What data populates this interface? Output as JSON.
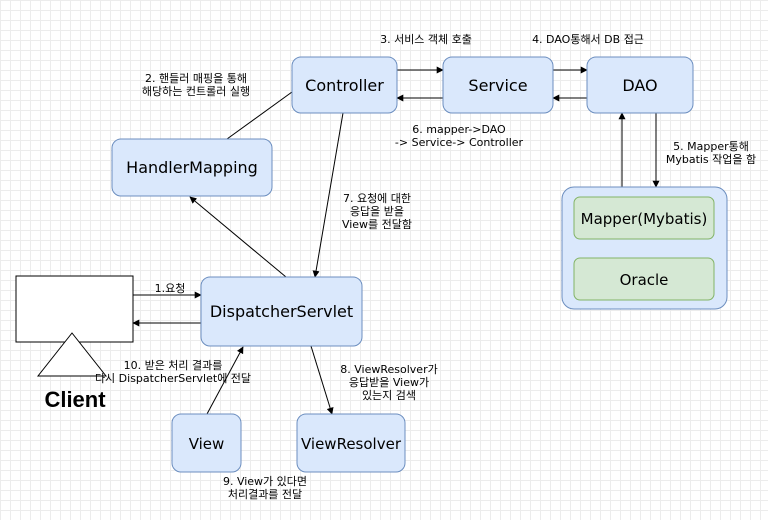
{
  "nodes": {
    "controller": "Controller",
    "service": "Service",
    "dao": "DAO",
    "handler_mapping": "HandlerMapping",
    "dispatcher_servlet": "DispatcherServlet",
    "mapper": "Mapper(Mybatis)",
    "oracle": "Oracle",
    "view": "View",
    "view_resolver": "ViewResolver",
    "client": "Client"
  },
  "edges": {
    "step1": [
      "1.요청"
    ],
    "step2": [
      "2. 핸들러 매핑을 통해",
      "해당하는 컨트롤러 실행"
    ],
    "step3": [
      "3. 서비스 객체 호출"
    ],
    "step4": [
      "4. DAO통해서 DB 접근"
    ],
    "step5": [
      "5. Mapper통해",
      "Mybatis 작업을 함"
    ],
    "step6": [
      "6. mapper->DAO",
      "-> Service-> Controller"
    ],
    "step7": [
      "7. 요청에 대한",
      "응답을 받을",
      "View를 전달함"
    ],
    "step8": [
      "8. ViewResolver가",
      "응답받을 View가",
      "있는지 검색"
    ],
    "step9": [
      "9. View가 있다면",
      "처리결과를 전달"
    ],
    "step10": [
      "10. 받은 처리 결과를",
      "다시 DispatcherServlet에 전달"
    ]
  },
  "colors": {
    "node_fill": "#dae8fc",
    "node_stroke": "#6c8ebf",
    "db_fill": "#d5e8d4",
    "db_stroke": "#82b366",
    "line": "#000000"
  }
}
